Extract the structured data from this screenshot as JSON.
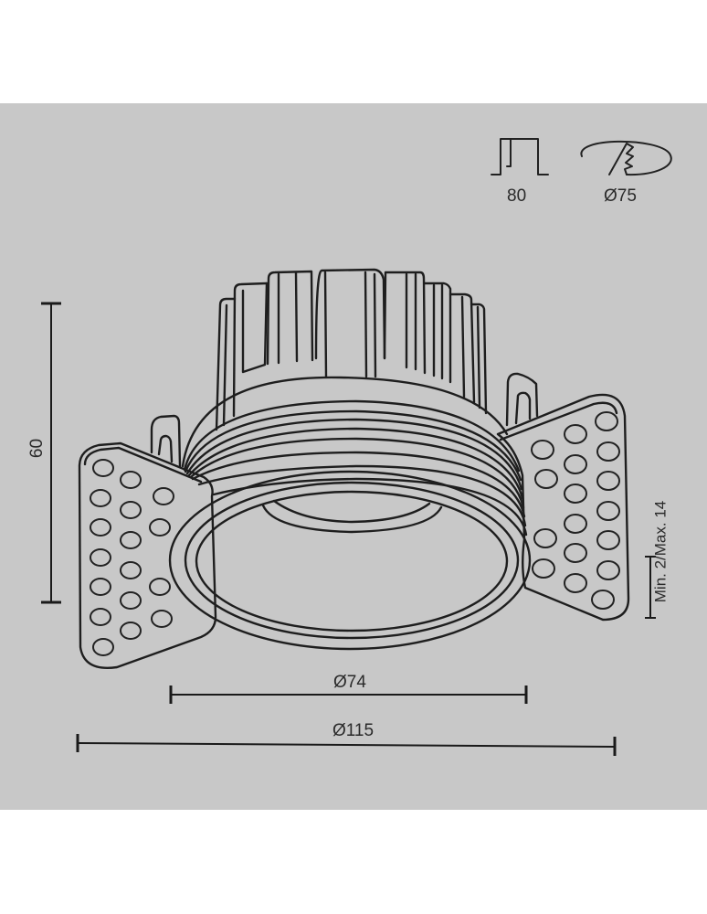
{
  "diagram": {
    "type": "technical-drawing",
    "subject": "Recessed downlight fixture with spring clamp brackets",
    "background_color": "#c8c8c8",
    "line_color": "#1e1e1e"
  },
  "icons": [
    {
      "name": "cutout-depth-icon",
      "label": "80"
    },
    {
      "name": "cutout-diameter-icon",
      "label": "Ø75"
    }
  ],
  "dimensions": {
    "height": "60",
    "ceiling_thickness": "Min. 2/Max. 14",
    "inner_diameter": "Ø74",
    "outer_diameter": "Ø115"
  }
}
